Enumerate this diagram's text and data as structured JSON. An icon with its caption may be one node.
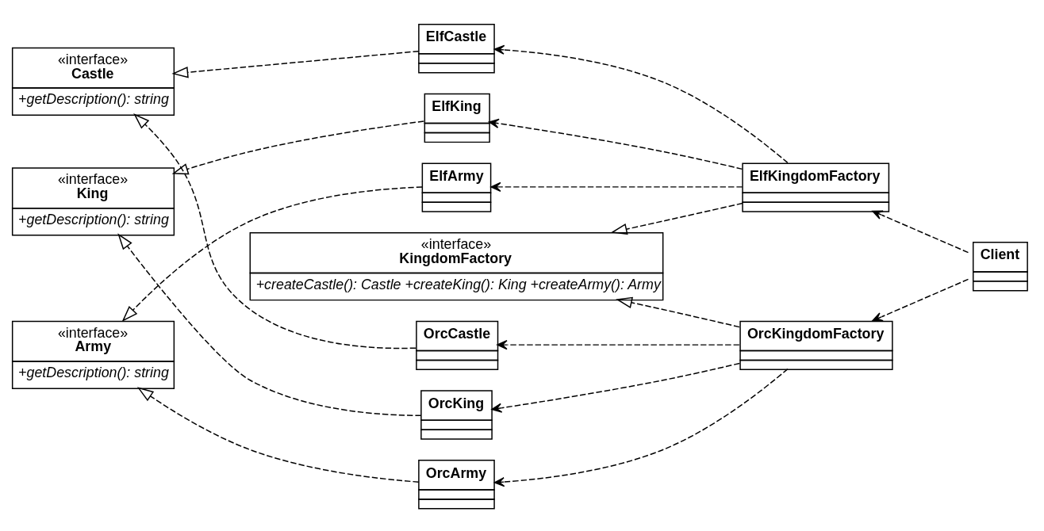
{
  "diagram": {
    "nodes": [
      {
        "text": [
          "ElfKingdomFactory"
        ]
      },
      {
        "text": [
          "ElfCastle"
        ]
      },
      {
        "text": [
          "«interface»",
          "Castle",
          "+getDescription(): string"
        ]
      },
      {
        "text": [
          "OrcCastle"
        ]
      },
      {
        "text": [
          "ElfKing"
        ]
      },
      {
        "text": [
          "«interface»",
          "KingdomFactory",
          "+createCastle(): Castle +createKing(): King +createArmy(): Army"
        ]
      },
      {
        "text": [
          "Client"
        ]
      },
      {
        "text": [
          "«interface»",
          "King",
          "+getDescription(): string"
        ]
      },
      {
        "text": [
          "OrcKing"
        ]
      },
      {
        "text": [
          "«interface»",
          "Army",
          "+getDescription(): string"
        ]
      },
      {
        "text": [
          "ElfArmy"
        ]
      },
      {
        "text": [
          "OrcKingdomFactory"
        ]
      },
      {
        "text": [
          "OrcArmy"
        ]
      }
    ],
    "edges": [
      {
        "from": 1,
        "to": 2,
        "arrow": "to",
        "style": "dashed"
      },
      {
        "from": 3,
        "to": 2,
        "arrow": "to",
        "style": "dashed"
      },
      {
        "from": 4,
        "to": 7,
        "arrow": "to",
        "style": "dashed"
      },
      {
        "from": 8,
        "to": 7,
        "arrow": "to",
        "style": "dashed"
      },
      {
        "from": 10,
        "to": 9,
        "arrow": "to",
        "style": "dashed"
      },
      {
        "from": 12,
        "to": 9,
        "arrow": "to",
        "style": "dashed"
      },
      {
        "from": 0,
        "to": 1,
        "arrow": "to",
        "style": "dashed"
      },
      {
        "from": 0,
        "to": 4,
        "arrow": "to",
        "style": "dashed"
      },
      {
        "from": 0,
        "to": 10,
        "arrow": "to",
        "style": "dashed"
      },
      {
        "from": 0,
        "to": 5,
        "arrow": "to",
        "style": "dashed"
      },
      {
        "from": 11,
        "to": 3,
        "arrow": "to",
        "style": "dashed"
      },
      {
        "from": 11,
        "to": 8,
        "arrow": "to",
        "style": "dashed"
      },
      {
        "from": 11,
        "to": 12,
        "arrow": "to",
        "style": "dashed"
      },
      {
        "from": 11,
        "to": 5,
        "arrow": "to",
        "style": "dashed"
      },
      {
        "from": 6,
        "to": 0,
        "arrow": "to",
        "style": "dashed"
      },
      {
        "from": 6,
        "to": 11,
        "arrow": "to",
        "style": "dashed"
      }
    ]
  }
}
